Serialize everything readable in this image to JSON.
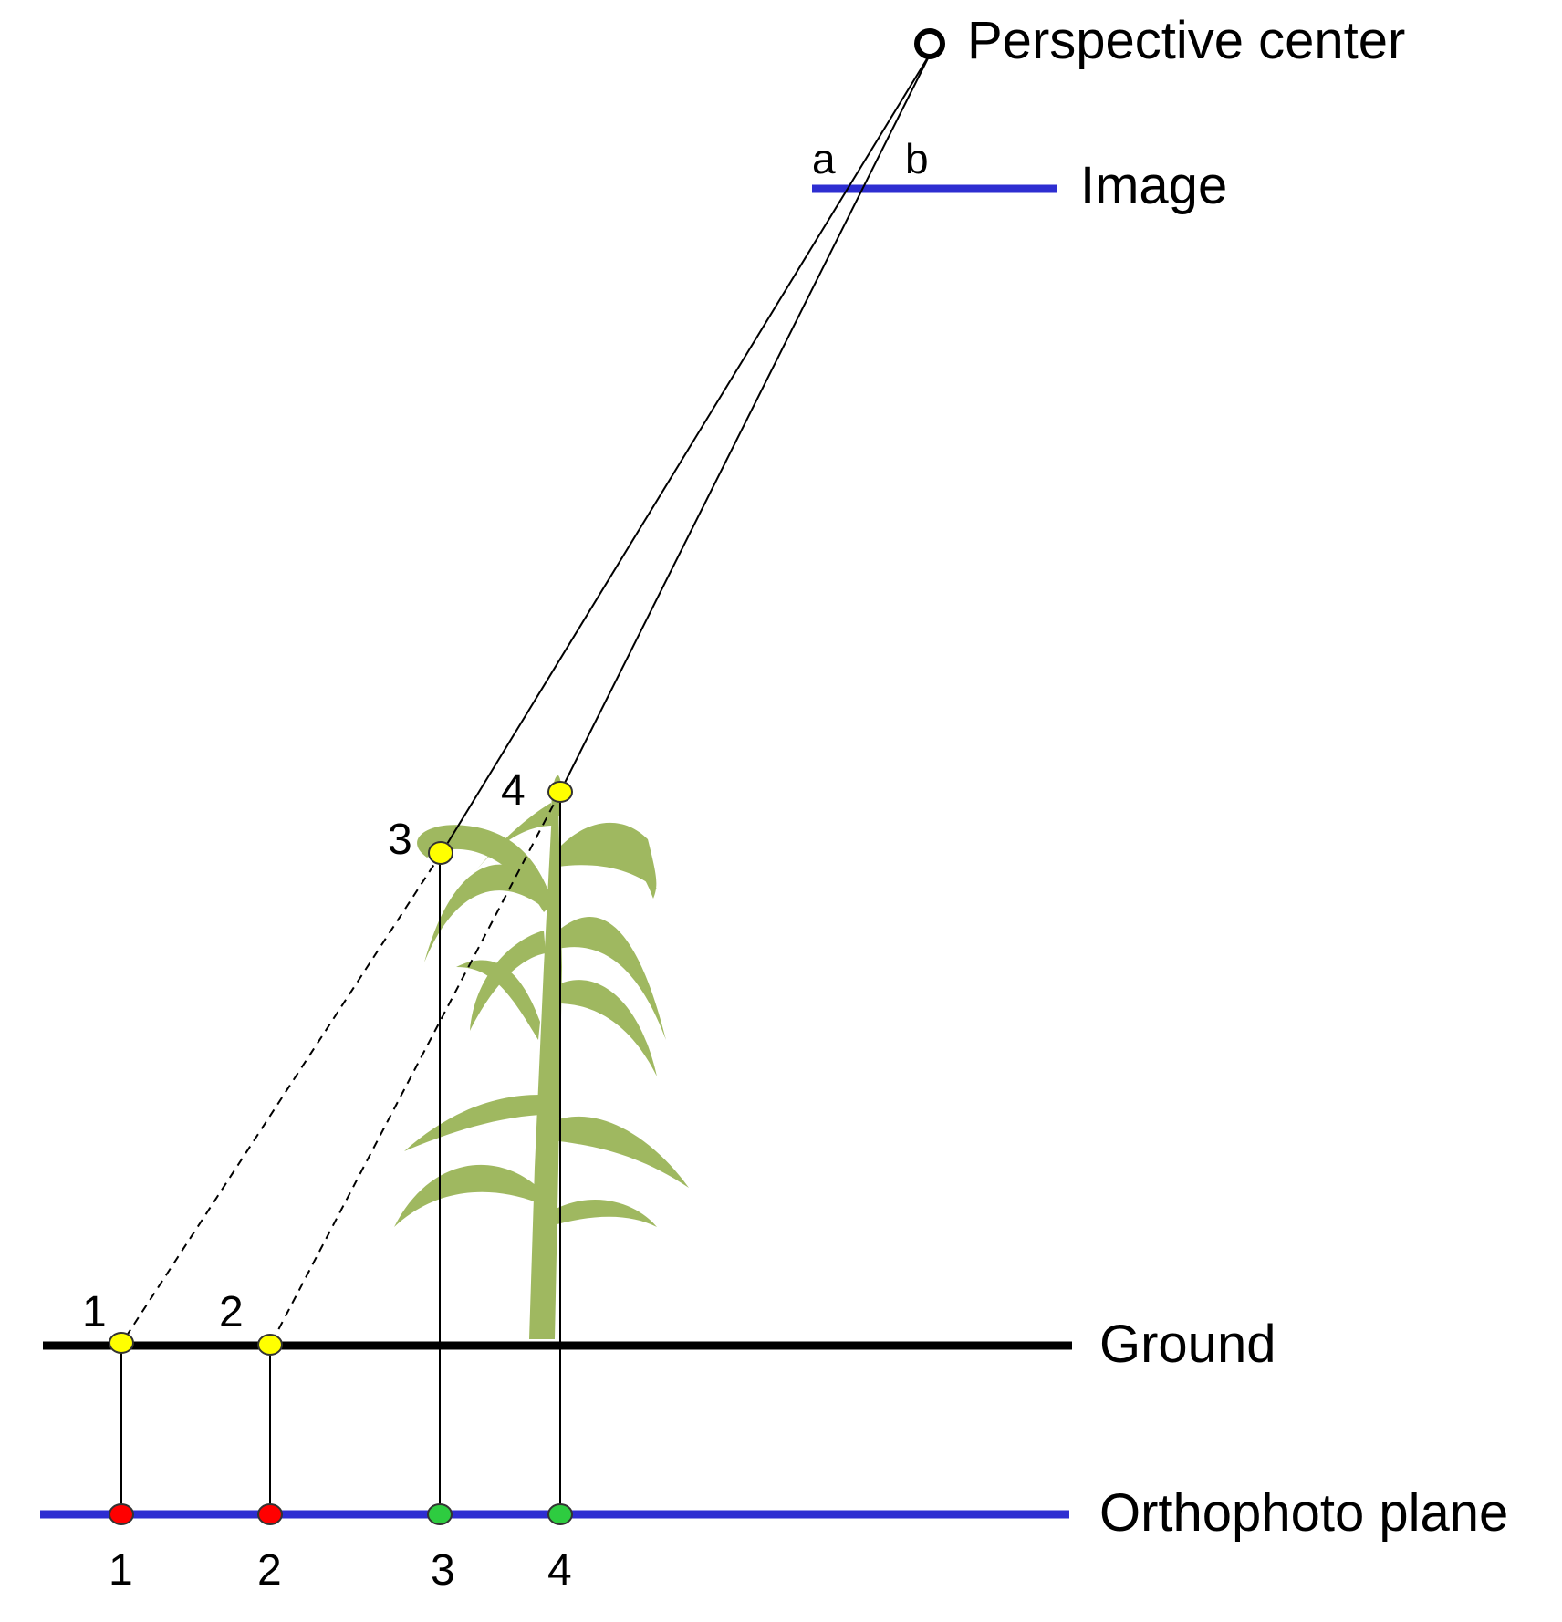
{
  "diagram": {
    "labels": {
      "perspective_center": "Perspective center",
      "image": "Image",
      "ground": "Ground",
      "orthophoto_plane": "Orthophoto plane",
      "a": "a",
      "b": "b"
    },
    "points": {
      "p1": "1",
      "p2": "2",
      "p3": "3",
      "p4": "4"
    },
    "ortho_points": {
      "o1": "1",
      "o2": "2",
      "o3": "3",
      "o4": "4"
    },
    "colors": {
      "plane_blue": "#2e2ed1",
      "ground_black": "#000000",
      "marker_yellow": "#ffff00",
      "marker_red": "#ff0000",
      "marker_green": "#2ecc40",
      "plant_green": "#9fb860"
    }
  }
}
